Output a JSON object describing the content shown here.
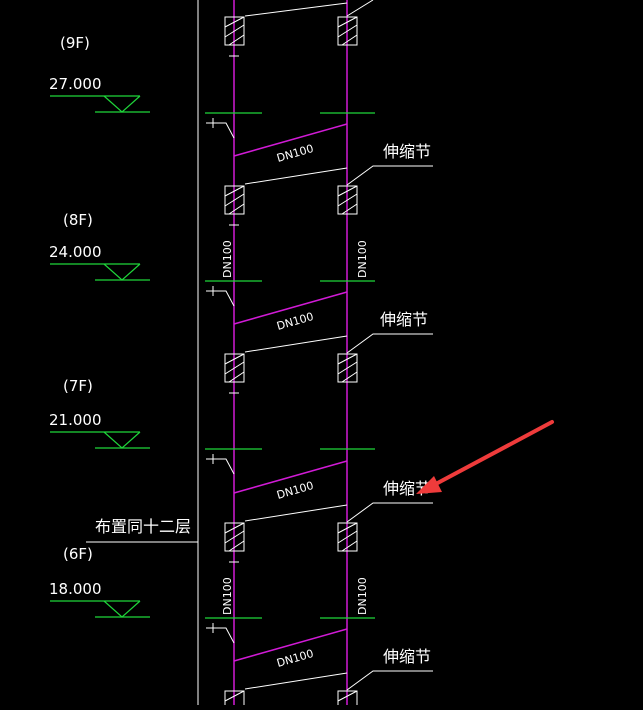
{
  "colors": {
    "background": "#000000",
    "pipe": "#d11bd6",
    "level": "#1fd63a",
    "line": "#ffffff",
    "arrow": "#ef3b3b"
  },
  "floors": [
    {
      "label": "(9F)",
      "elevation": "27.000"
    },
    {
      "label": "(8F)",
      "elevation": "24.000"
    },
    {
      "label": "(7F)",
      "elevation": "21.000"
    },
    {
      "label": "(6F)",
      "elevation": "18.000"
    }
  ],
  "pipe_labels": {
    "branch": "DN100",
    "vertical": "DN100"
  },
  "expansion_joint_label": "伸缩节",
  "layout_note": "布置同十二层"
}
